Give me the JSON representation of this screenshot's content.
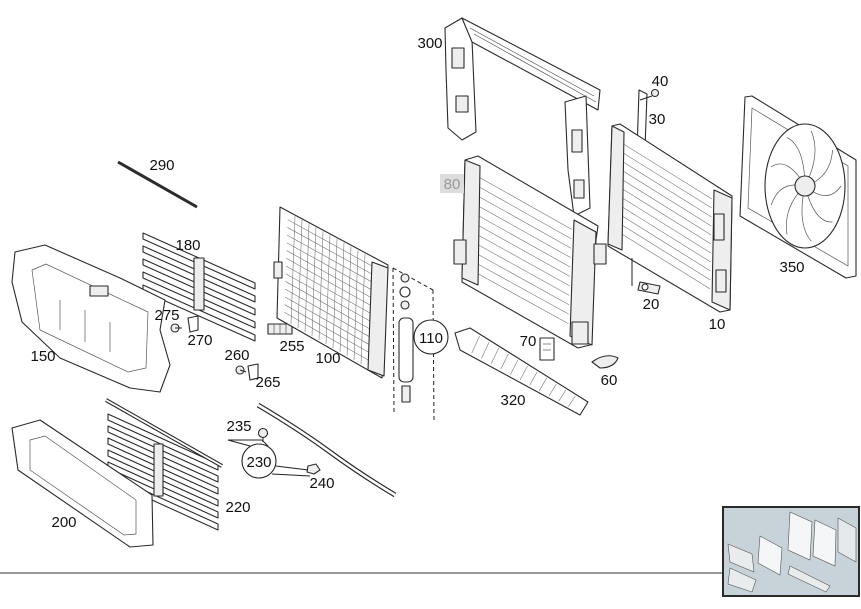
{
  "callouts": [
    "300",
    "40",
    "30",
    "80",
    "290",
    "180",
    "350",
    "20",
    "10",
    "275",
    "270",
    "255",
    "100",
    "110",
    "70",
    "150",
    "260",
    "265",
    "60",
    "320",
    "235",
    "230",
    "240",
    "220",
    "200"
  ],
  "colors": {
    "line": "#2b2b2b",
    "thumbnail_background": "#c7d3d8",
    "highlight_label_background": "#dddddd"
  }
}
